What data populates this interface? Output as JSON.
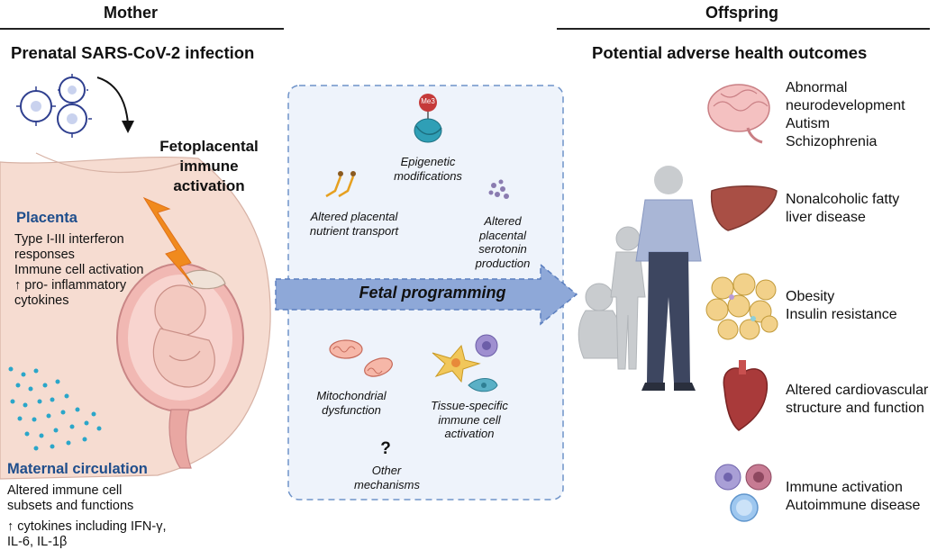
{
  "mother": {
    "header": "Mother",
    "subtitle": "Prenatal SARS-CoV-2  infection",
    "activation_label": [
      "Fetoplacental",
      "immune",
      "activation"
    ],
    "placenta": {
      "title": "Placenta",
      "lines": [
        "Type I-III interferon",
        "responses",
        "Immune cell activation",
        "↑ pro- inflammatory",
        "cytokines"
      ]
    },
    "circulation": {
      "title": "Maternal circulation",
      "lines": [
        "Altered immune cell",
        "subsets and functions"
      ],
      "lines2": [
        "↑ cytokines including IFN-γ,",
        "IL-6, IL-1β"
      ]
    }
  },
  "middle": {
    "fetal_programming": "Fetal programming",
    "epigenetic": [
      "Epigenetic",
      "modifications"
    ],
    "me3_label": "Me3",
    "nutrient": [
      "Altered placental",
      "nutrient transport"
    ],
    "serotonin": [
      "Altered",
      "placental",
      "serotonin",
      "production"
    ],
    "mitochondrial": [
      "Mitochondrial",
      "dysfunction"
    ],
    "tissue_immune": [
      "Tissue-specific",
      "immune cell",
      "activation"
    ],
    "question": "?",
    "other": [
      "Other",
      "mechanisms"
    ]
  },
  "offspring": {
    "header": "Offspring",
    "subtitle": "Potential adverse health outcomes",
    "outcomes": [
      {
        "icon": "brain-icon",
        "lines": [
          "Abnormal",
          "neurodevelopment",
          "Autism",
          "Schizophrenia"
        ]
      },
      {
        "icon": "liver-icon",
        "lines": [
          "Nonalcoholic fatty",
          "liver disease"
        ]
      },
      {
        "icon": "adipose-icon",
        "lines": [
          "Obesity",
          "Insulin resistance"
        ]
      },
      {
        "icon": "heart-icon",
        "lines": [
          "Altered cardiovascular",
          "structure and function"
        ]
      },
      {
        "icon": "immune-cells-icon",
        "lines": [
          "Immune activation",
          "Autoimmune disease"
        ]
      }
    ]
  },
  "colors": {
    "accent_blue": "#1f4e8c",
    "arrow_blue": "#8ea8d8",
    "box_fill": "#eef3fb",
    "box_border": "#6f93c9",
    "lightning": "#f08a1e",
    "skin": "#f5d9cf"
  }
}
